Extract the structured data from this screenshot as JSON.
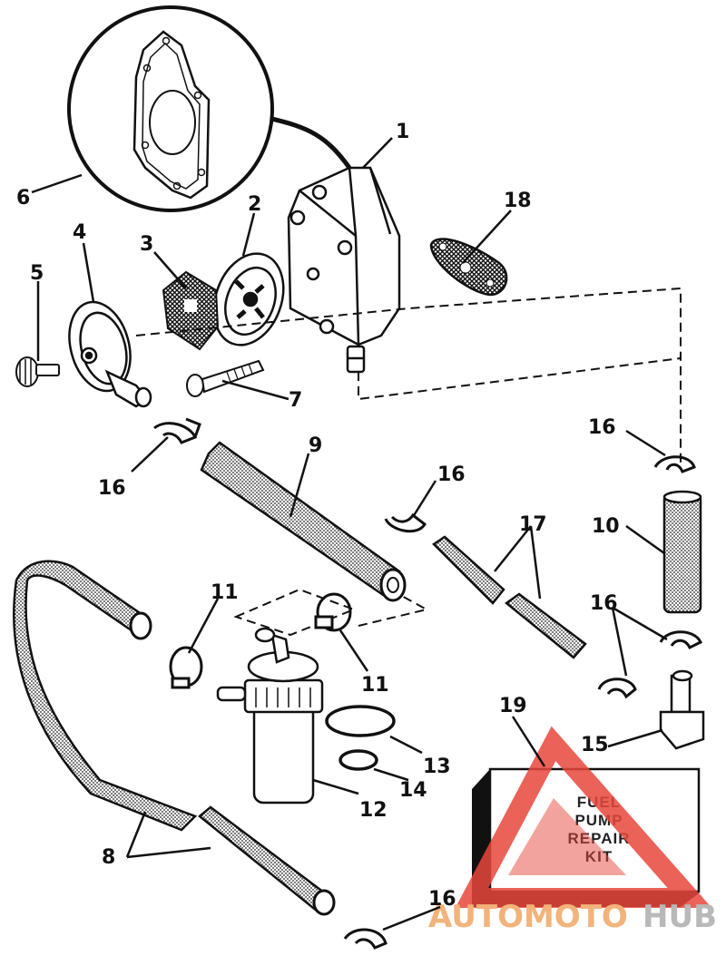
{
  "diagram": {
    "callouts": [
      {
        "id": "c1",
        "text": "1"
      },
      {
        "id": "c2",
        "text": "2"
      },
      {
        "id": "c3",
        "text": "3"
      },
      {
        "id": "c4",
        "text": "4"
      },
      {
        "id": "c5",
        "text": "5"
      },
      {
        "id": "c6",
        "text": "6"
      },
      {
        "id": "c7",
        "text": "7"
      },
      {
        "id": "c8",
        "text": "8"
      },
      {
        "id": "c9",
        "text": "9"
      },
      {
        "id": "c10",
        "text": "10"
      },
      {
        "id": "c11a",
        "text": "11"
      },
      {
        "id": "c11b",
        "text": "11"
      },
      {
        "id": "c12",
        "text": "12"
      },
      {
        "id": "c13",
        "text": "13"
      },
      {
        "id": "c14",
        "text": "14"
      },
      {
        "id": "c15",
        "text": "15"
      },
      {
        "id": "c16a",
        "text": "16"
      },
      {
        "id": "c16b",
        "text": "16"
      },
      {
        "id": "c16c",
        "text": "16"
      },
      {
        "id": "c16d",
        "text": "16"
      },
      {
        "id": "c16e",
        "text": "16"
      },
      {
        "id": "c17",
        "text": "17"
      },
      {
        "id": "c18",
        "text": "18"
      },
      {
        "id": "c19",
        "text": "19"
      }
    ],
    "kit_box": {
      "line1": "FUEL",
      "line2": "PUMP",
      "line3": "REPAIR",
      "line4": "KIT"
    }
  },
  "watermark": {
    "part1": "AUTOMOTO",
    "part2": "HUB",
    "color_primary": "#e8473c",
    "color_secondary": "#f3b37a",
    "color_gray": "#b9b9b9"
  }
}
